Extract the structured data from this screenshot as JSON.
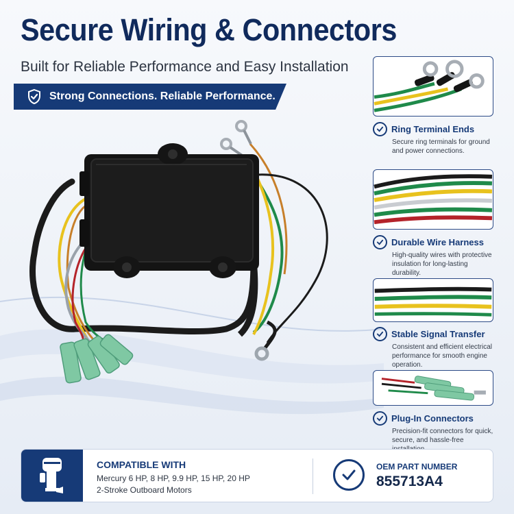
{
  "header": {
    "title": "Secure Wiring & Connectors",
    "subtitle": "Built for Reliable Performance and Easy Installation"
  },
  "banner": {
    "text": "Strong Connections. Reliable Performance.",
    "icon": "shield-check-icon"
  },
  "features": [
    {
      "title": "Ring Terminal Ends",
      "description": "Secure ring terminals for ground and power connections.",
      "icon": "check-circle-icon"
    },
    {
      "title": "Durable Wire Harness",
      "description": "High-quality wires with protective insulation for long-lasting durability.",
      "icon": "check-circle-icon"
    },
    {
      "title": "Stable Signal Transfer",
      "description": "Consistent and efficient electrical performance for smooth engine operation.",
      "icon": "check-circle-icon"
    },
    {
      "title": "Plug-In Connectors",
      "description": "Precision-fit connectors for quick, secure, and hassle-free installation.",
      "icon": "check-circle-icon"
    }
  ],
  "compatibility": {
    "title": "COMPATIBLE WITH",
    "line1": "Mercury 6 HP, 8 HP, 9.9 HP, 15 HP, 20 HP",
    "line2": "2-Stroke Outboard Motors",
    "icon": "outboard-motor-icon"
  },
  "oem": {
    "label": "OEM PART NUMBER",
    "number": "855713A4",
    "icon": "check-circle-icon"
  },
  "colors": {
    "navy": "#163a77",
    "title": "#102a5c",
    "wire_yellow": "#e8c21e",
    "wire_green": "#1f8a4a",
    "wire_red": "#b4232a",
    "connector": "#7fc8a3"
  }
}
